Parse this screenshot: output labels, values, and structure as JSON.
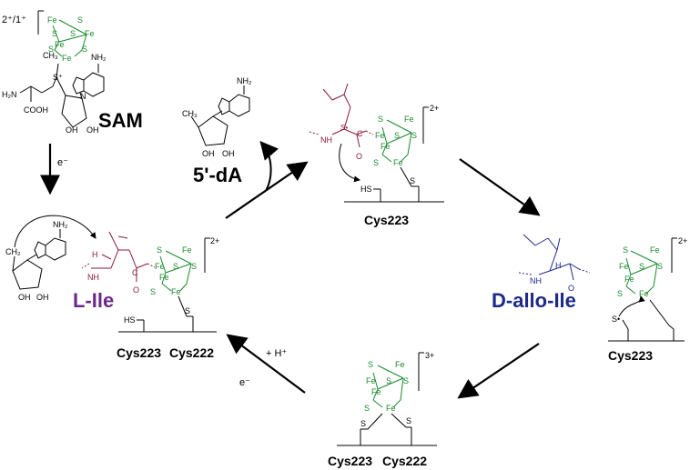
{
  "labels": {
    "sam": "SAM",
    "five_prime_da": "5'-dA",
    "l_ile": "L-Ile",
    "d_allo_ile": "D-allo-Ile",
    "cys223": "Cys223",
    "cys222": "Cys222",
    "e_minus": "e⁻",
    "plus_h": "+ H⁺",
    "cluster_charge_top": "2⁺/1⁺",
    "charge_2plus": "2+",
    "charge_3plus": "3+"
  },
  "atoms": {
    "fe": "Fe",
    "s": "S",
    "nh2": "NH₂",
    "h2n": "H₂N",
    "cooh": "COOH",
    "oh": "OH",
    "ch3": "CH₃",
    "ch2": "CH₂",
    "n": "N",
    "o": "O",
    "c": "C",
    "h": "H",
    "hs": "HS",
    "nh": "NH",
    "s_plus": "S⁺",
    "s_dot": "S•"
  },
  "colors": {
    "cluster": "#1a8a2e",
    "l_ile": "#8b1a3a",
    "d_allo_ile": "#1e2a8a",
    "radical": "#8b1a3a"
  }
}
